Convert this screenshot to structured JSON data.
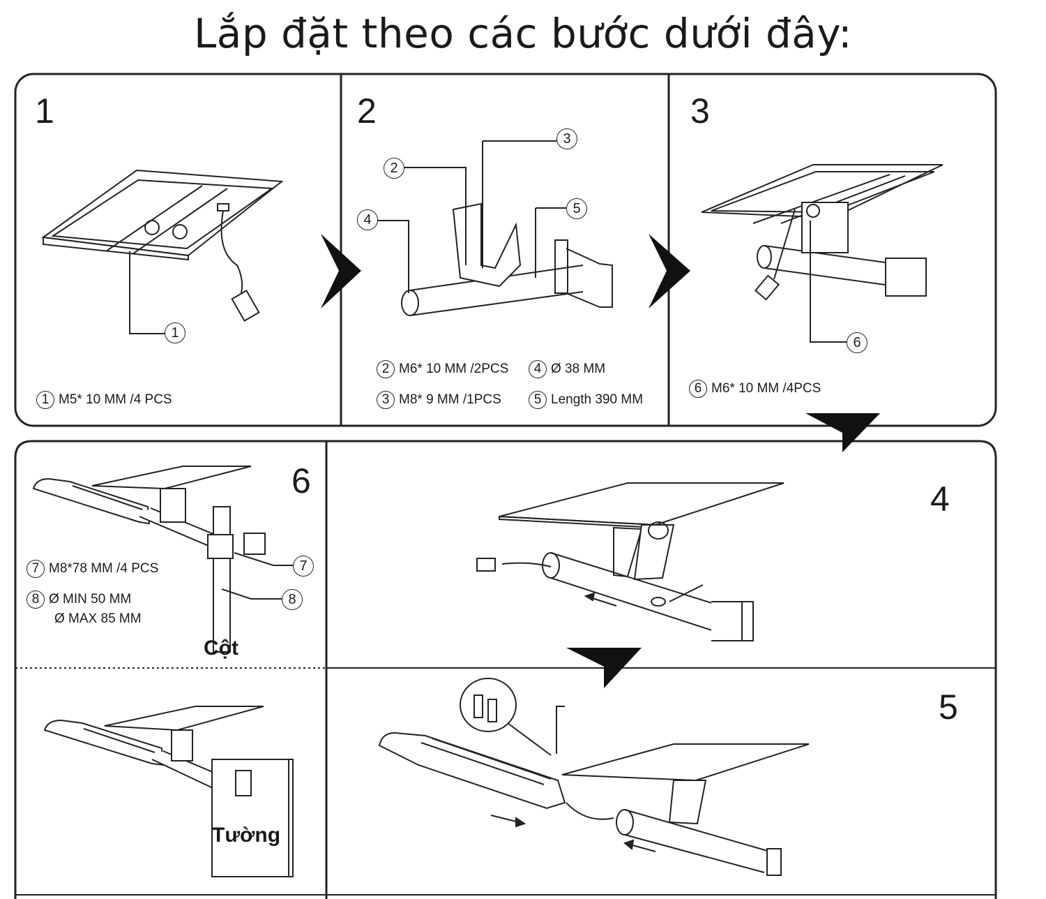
{
  "title": "Lắp đặt theo các bước dưới đây:",
  "steps": {
    "s1": "1",
    "s2": "2",
    "s3": "3",
    "s4": "4",
    "s5": "5",
    "s6": "6"
  },
  "callouts": {
    "c1": "1",
    "c2": "2",
    "c3": "3",
    "c4": "4",
    "c5": "5",
    "c6": "6",
    "c7": "7",
    "c8": "8"
  },
  "specs": {
    "step1": {
      "num": "1",
      "text": "M5* 10  MM /4 PCS"
    },
    "step2_a": {
      "num": "2",
      "text": "M6* 10  MM /2PCS"
    },
    "step2_b": {
      "num": "3",
      "text": "M8* 9  MM /1PCS"
    },
    "step2_c": {
      "num": "4",
      "text": "Ø 38 MM"
    },
    "step2_d": {
      "num": "5",
      "text": "Length 390 MM"
    },
    "step3": {
      "num": "6",
      "text": "M6* 10  MM /4PCS"
    },
    "step6_a": {
      "num": "7",
      "text": "M8*78 MM /4 PCS"
    },
    "step6_b": {
      "num": "8",
      "text": "Ø MIN 50 MM"
    },
    "step6_c": "Ø MAX 85 MM"
  },
  "labels": {
    "pole": "Cột",
    "wall": "Tường"
  }
}
